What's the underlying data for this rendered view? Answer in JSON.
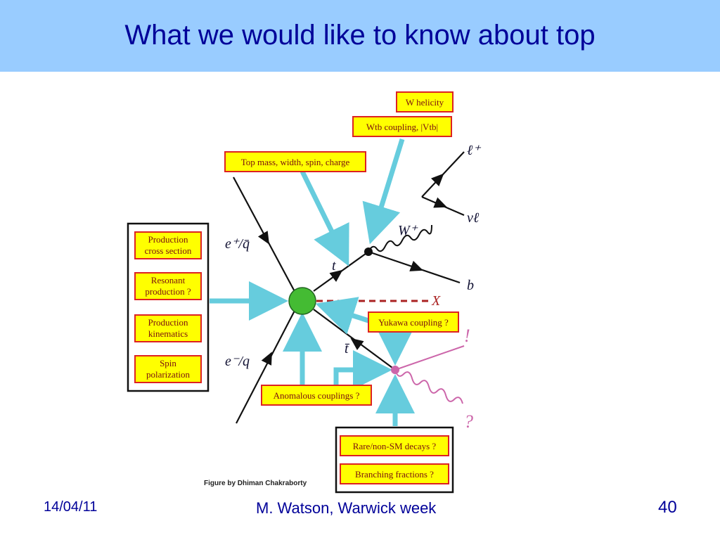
{
  "slide": {
    "title": "What we would like to know about top"
  },
  "diagram": {
    "labels": {
      "w_helicity": "W helicity",
      "wtb_coupling": "Wtb coupling, |Vtb|",
      "top_props": "Top mass, width, spin, charge",
      "production_cross_1": "Production",
      "production_cross_2": "cross section",
      "resonant_1": "Resonant",
      "resonant_2": "production ?",
      "prod_kin_1": "Production",
      "prod_kin_2": "kinematics",
      "spin_1": "Spin",
      "spin_2": "polarization",
      "yukawa": "Yukawa coupling ?",
      "anomalous": "Anomalous couplings ?",
      "rare_decays": "Rare/non-SM decays ?",
      "branching": "Branching fractions ?"
    },
    "particles": {
      "e_plus_q": "e⁺/q̄",
      "e_minus_q": "e⁻/q",
      "t": "t",
      "tbar": "t̄",
      "w_plus": "W⁺",
      "lepton": "ℓ⁺",
      "neutrino": "νℓ",
      "b": "b",
      "x": "X",
      "exclaim": "!",
      "question": "?"
    },
    "credit": "Figure by Dhiman Chakraborty"
  },
  "footer": {
    "date": "14/04/11",
    "author": "M. Watson, Warwick week",
    "page": "40"
  },
  "colors": {
    "title_bar": "#99ccff",
    "title_text": "#000099",
    "label_box_fill": "#ffff00",
    "label_box_border": "#dd2222",
    "arrow": "#66ccdd",
    "vertex": "#44bb33",
    "x_line": "#aa2222",
    "decay_line": "#cc66aa"
  }
}
